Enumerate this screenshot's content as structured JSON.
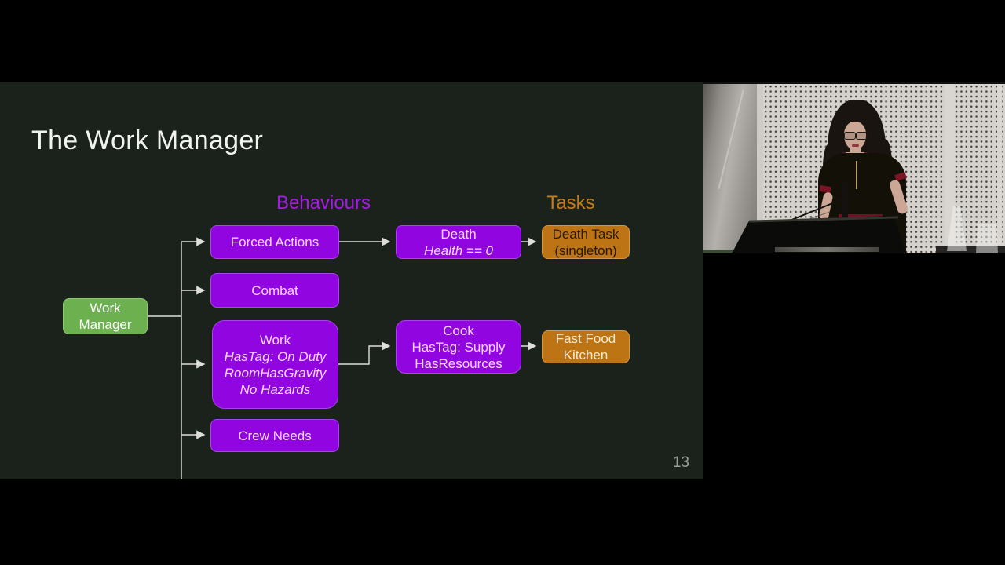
{
  "slide": {
    "title": "The Work Manager",
    "page_number": "13",
    "columns": {
      "behaviours_label": "Behaviours",
      "tasks_label": "Tasks"
    },
    "colors": {
      "slide_background": "#1b221b",
      "behaviour_box": "#9105e0",
      "behaviours_label": "#a21ee0",
      "task_box": "#bd7414",
      "tasks_label": "#c57a1d",
      "work_manager_box": "#6cb04f",
      "connector": "#dededb"
    },
    "nodes": {
      "work_manager": {
        "line1": "Work",
        "line2": "Manager"
      },
      "forced_actions": {
        "label": "Forced Actions"
      },
      "combat": {
        "label": "Combat"
      },
      "work": {
        "title": "Work",
        "conditions": [
          "HasTag: On Duty",
          "RoomHasGravity",
          "No Hazards"
        ]
      },
      "crew_needs": {
        "label": "Crew Needs"
      },
      "death": {
        "title": "Death",
        "condition": "Health == 0"
      },
      "cook": {
        "title": "Cook",
        "line2": "HasTag: Supply",
        "line3": "HasResources"
      },
      "death_task": {
        "line1": "Death Task",
        "line2": "(singleton)"
      },
      "fast_food_kitchen": {
        "line1": "Fast Food",
        "line2": "Kitchen"
      }
    }
  }
}
